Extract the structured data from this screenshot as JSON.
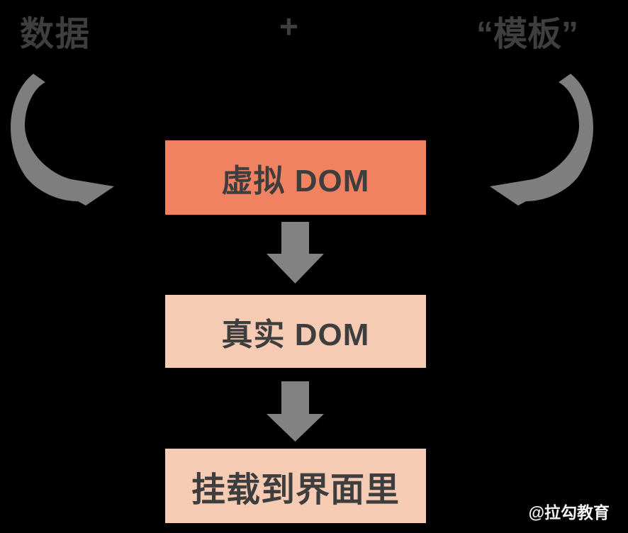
{
  "header": {
    "data_label": "数据",
    "plus_sign": "+",
    "template_label": "“模板”"
  },
  "nodes": [
    {
      "id": "virtual-dom",
      "label": "虚拟 DOM",
      "bg": "#F08262"
    },
    {
      "id": "real-dom",
      "label": "真实 DOM",
      "bg": "#F6CBB3"
    },
    {
      "id": "mount",
      "label": "挂载到界面里",
      "bg": "#F6CBB3"
    }
  ],
  "watermark": {
    "text": "@拉勾教育",
    "color": "#F2F2F2"
  },
  "colors": {
    "background": "#000000",
    "text_dark": "#3E3E3E",
    "swoosh_gray": "#7E7E7E",
    "block_arrow_gray": "#828282",
    "node_primary": "#F08262",
    "node_secondary": "#F6CBB3"
  }
}
